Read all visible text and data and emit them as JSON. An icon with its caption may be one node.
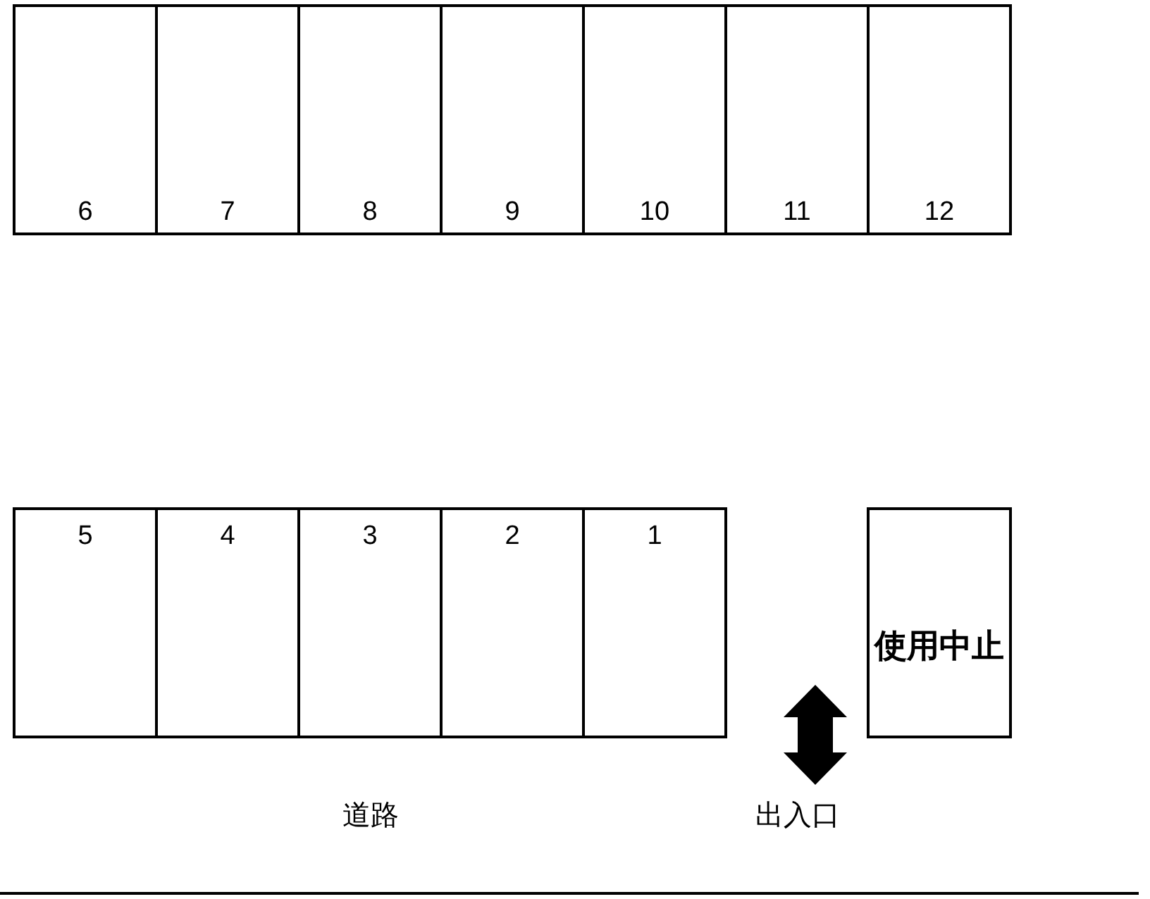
{
  "diagram": {
    "nodes": [
      {
        "text": [
          "6"
        ]
      },
      {
        "text": [
          "7"
        ]
      },
      {
        "text": [
          "8"
        ]
      },
      {
        "text": [
          "9"
        ]
      },
      {
        "text": [
          "10"
        ]
      },
      {
        "text": [
          "11"
        ]
      },
      {
        "text": [
          "12"
        ]
      },
      {
        "text": [
          "5"
        ]
      },
      {
        "text": [
          "4"
        ]
      },
      {
        "text": [
          "3"
        ]
      },
      {
        "text": [
          "2"
        ]
      },
      {
        "text": [
          "1"
        ]
      },
      {
        "text": [
          "使用中止"
        ]
      }
    ],
    "labels": [
      "道路",
      "出入口"
    ]
  }
}
